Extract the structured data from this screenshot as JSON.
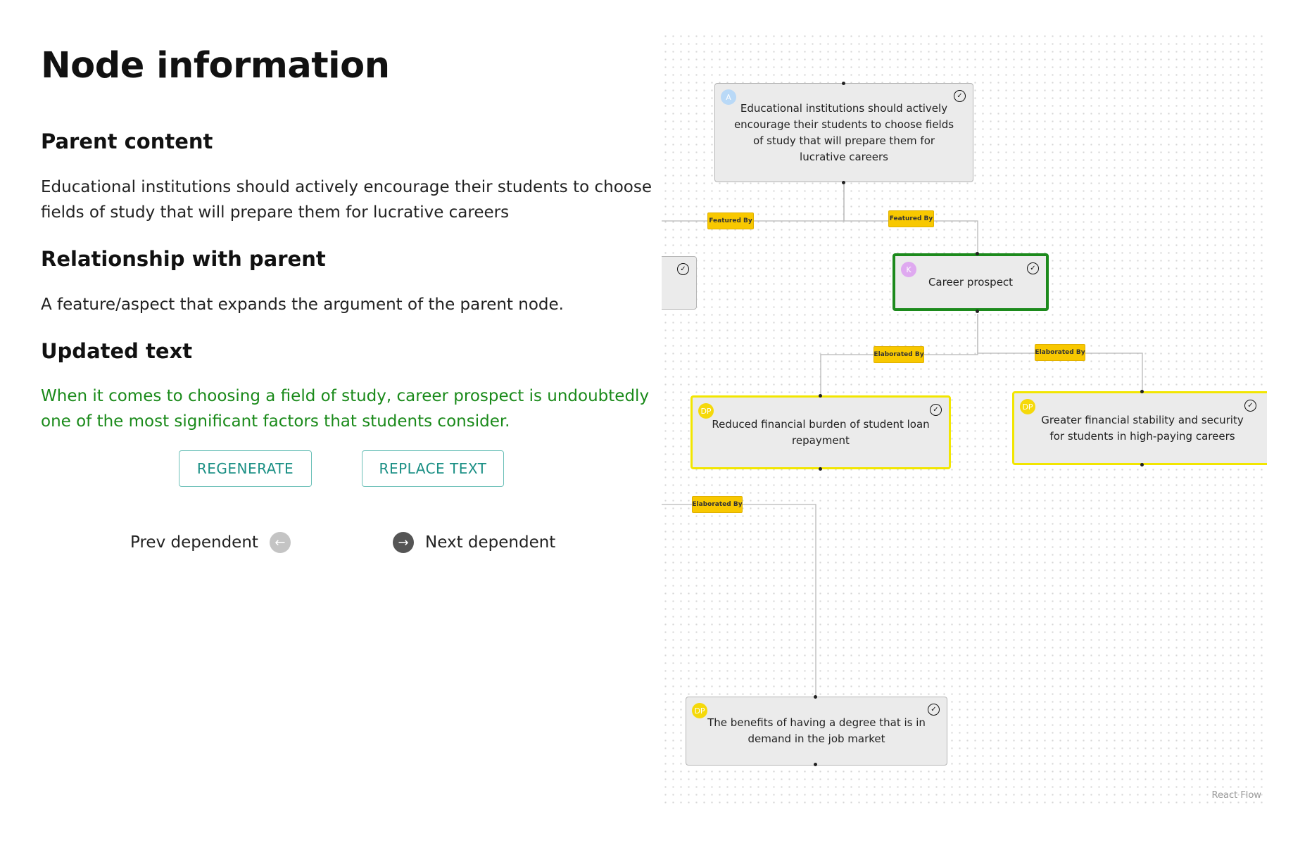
{
  "panel": {
    "title": "Node information",
    "parent_heading": "Parent content",
    "parent_text": "Educational institutions should actively encourage their students to choose fields of study that will prepare them for lucrative careers",
    "relationship_heading": "Relationship with parent",
    "relationship_text": "A feature/aspect that expands the argument of the parent node.",
    "updated_heading": "Updated text",
    "updated_text": "When it comes to choosing a field of study, career prospect is undoubtedly one of the most significant factors that students consider.",
    "regenerate_label": "REGENERATE",
    "replace_label": "REPLACE TEXT",
    "prev_label": "Prev dependent",
    "next_label": "Next dependent"
  },
  "flow": {
    "attribution": "React Flow",
    "colors": {
      "selected_border": "#1c8a1c",
      "dependent_border": "#f2e600",
      "edge_label": "#f8c800"
    },
    "nodes": {
      "root": {
        "badge": "A",
        "badge_color": "#b9d9f7",
        "text": "Educational institutions should actively encourage their students to choose fields of study that will prepare them for lucrative careers",
        "icon": "check-circle-icon"
      },
      "partial": {
        "icon": "check-circle-icon"
      },
      "career": {
        "badge": "K",
        "badge_color": "#dfa9f0",
        "text": "Career prospect",
        "icon": "check-circle-icon"
      },
      "reduced": {
        "badge": "DP",
        "badge_color": "#f5d90a",
        "text": "Reduced financial burden of student loan repayment",
        "icon": "check-circle-icon"
      },
      "greater": {
        "badge": "DP",
        "badge_color": "#f5d90a",
        "text": "Greater financial stability and security for students in high-paying careers",
        "icon": "check-circle-icon"
      },
      "benefits": {
        "badge": "DP",
        "badge_color": "#f5d90a",
        "text": "The benefits of having a degree that is in demand in the job market",
        "icon": "check-circle-icon"
      }
    },
    "edge_labels": {
      "featured_left": "Featured By",
      "featured_right": "Featured By",
      "elab_left": "Elaborated By",
      "elab_right": "Elaborated By",
      "elab_low": "Elaborated By"
    }
  }
}
